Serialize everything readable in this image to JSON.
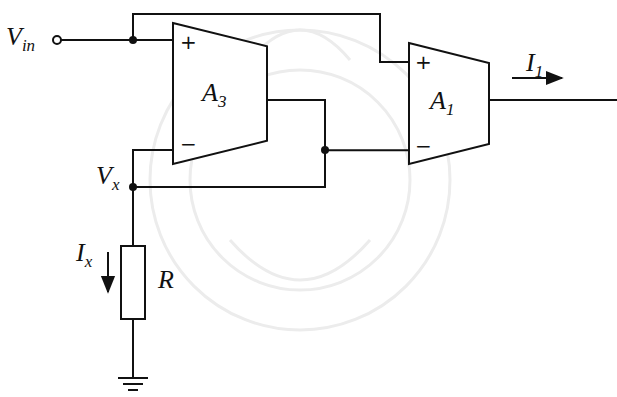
{
  "diagram": {
    "nodes": [
      {
        "text": [
          "+",
          "−",
          "A3"
        ]
      },
      {
        "text": [
          "+",
          "−",
          "A1"
        ]
      },
      {
        "text": [
          "R"
        ]
      }
    ],
    "edges": [
      {
        "from": 0,
        "to": 1,
        "arrow": "none"
      },
      {
        "from": 0,
        "to": 2,
        "arrow": "none"
      }
    ],
    "labels": [
      "Vin",
      "Vx",
      "Ix",
      "I1"
    ]
  }
}
